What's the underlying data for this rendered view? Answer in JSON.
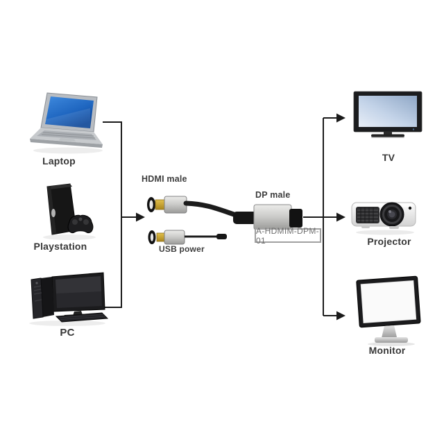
{
  "product": {
    "code": "A-HDMIM-DPM-01"
  },
  "adapter": {
    "hdmi_label": "HDMI male",
    "usb_label": "USB power",
    "dp_label": "DP male"
  },
  "sources": [
    {
      "label": "Laptop"
    },
    {
      "label": "Playstation"
    },
    {
      "label": "PC"
    }
  ],
  "displays": [
    {
      "label": "TV"
    },
    {
      "label": "Projector"
    },
    {
      "label": "Monitor"
    }
  ],
  "colors": {
    "background": "#ffffff",
    "line": "#1a1a1a",
    "laptop_screen_blue": "#2a76cf",
    "tv_screen_blue": "#c3d3e8",
    "connector_metal": "#c9c9c7",
    "connector_gold": "#c9a227"
  }
}
